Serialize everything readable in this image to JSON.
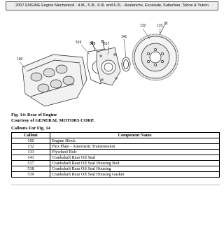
{
  "header": {
    "title": "2007 ENGINE Engine Mechanical - 4.8L, 5.3L, 6.0L and 6.2L - Avalanche, Escalade, Suburban, Tahoe & Yukon"
  },
  "figure": {
    "callout_labels": [
      "100",
      "132",
      "133",
      "141",
      "517",
      "518",
      "519"
    ]
  },
  "caption": {
    "fig_title": "Fig. 14: Rear of Engine",
    "courtesy": "Courtesy of GENERAL MOTORS CORP."
  },
  "callouts": {
    "title": "Callouts For Fig. 14",
    "headers": [
      "Callout",
      "Component Name"
    ],
    "rows": [
      [
        "100",
        "Engine Block"
      ],
      [
        "132",
        "Flex Plate - Automatic Transmission"
      ],
      [
        "133",
        "Flywheel Bolt"
      ],
      [
        "141",
        "Crankshaft Rear Oil Seal"
      ],
      [
        "517",
        "Crankshaft Rear Oil Seal Housing Bolt"
      ],
      [
        "518",
        "Crankshaft Rear Oil Seal Housing"
      ],
      [
        "519",
        "Crankshaft Rear Oil Seal Housing Gasket"
      ]
    ]
  }
}
